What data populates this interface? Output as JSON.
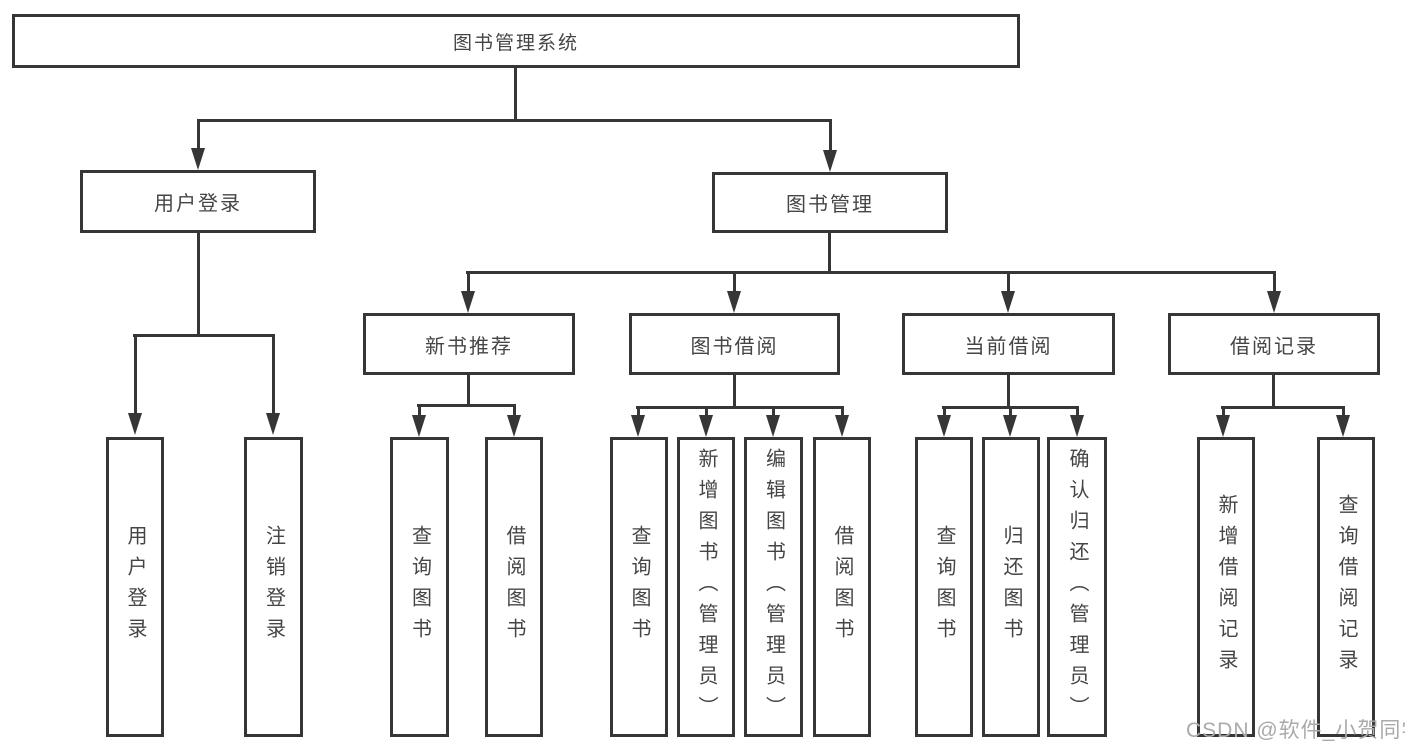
{
  "tree": {
    "label": "图书管理系统",
    "children": [
      {
        "label": "用户登录",
        "children": [
          {
            "label": "用户登录"
          },
          {
            "label": "注销登录"
          }
        ]
      },
      {
        "label": "图书管理",
        "children": [
          {
            "label": "新书推荐",
            "children": [
              {
                "label": "查询图书"
              },
              {
                "label": "借阅图书"
              }
            ]
          },
          {
            "label": "图书借阅",
            "children": [
              {
                "label": "查询图书"
              },
              {
                "label": "新增图书（管理员）"
              },
              {
                "label": "编辑图书（管理员）"
              },
              {
                "label": "借阅图书"
              }
            ]
          },
          {
            "label": "当前借阅",
            "children": [
              {
                "label": "查询图书"
              },
              {
                "label": "归还图书"
              },
              {
                "label": "确认归还（管理员）"
              }
            ]
          },
          {
            "label": "借阅记录",
            "children": [
              {
                "label": "新增借阅记录"
              },
              {
                "label": "查询借阅记录"
              }
            ]
          }
        ]
      }
    ]
  },
  "watermark": "CSDN @软件_小贺同学",
  "theme": {
    "line_color": "#363636",
    "text_color": "#454545",
    "watermark_color": "#aaaaaa",
    "background": "#ffffff"
  }
}
